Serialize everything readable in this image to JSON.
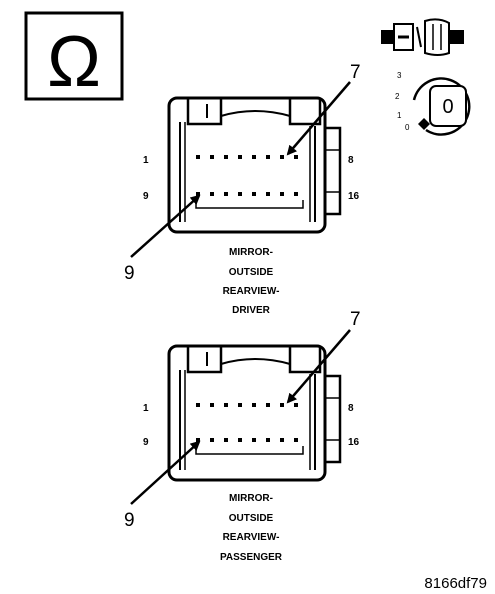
{
  "symbols": {
    "ohm_symbol": "Ω",
    "ohm_icon": "ohmmeter-icon",
    "ignition_icon": "ignition-off-icon",
    "connector_icon": "disconnect-connector-icon",
    "ignition_positions": [
      "3",
      "2",
      "1",
      "0"
    ],
    "ignition_key_label": "0"
  },
  "connectors": [
    {
      "pin_top_left": "1",
      "pin_top_right": "8",
      "pin_bottom_left": "9",
      "pin_bottom_right": "16",
      "callout_top": "7",
      "callout_bottom": "9",
      "caption": [
        "MIRROR-",
        "OUTSIDE",
        "REARVIEW-",
        "DRIVER"
      ]
    },
    {
      "pin_top_left": "1",
      "pin_top_right": "8",
      "pin_bottom_left": "9",
      "pin_bottom_right": "16",
      "callout_top": "7",
      "callout_bottom": "9",
      "caption": [
        "MIRROR-",
        "OUTSIDE",
        "REARVIEW-",
        "PASSENGER"
      ]
    }
  ],
  "figure_id": "8166df79"
}
